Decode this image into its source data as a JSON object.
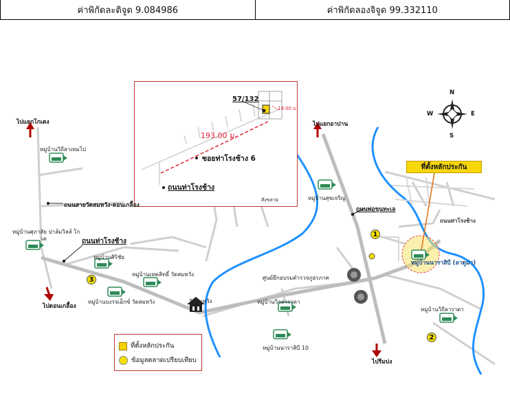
{
  "coordinates": {
    "latitude_label": "ค่าพิกัดละติจูด 9.084986",
    "longitude_label": "ค่าพิกัดลองจิจูด 99.332110"
  },
  "callout": {
    "label": "ที่ตั้งหลักประกัน"
  },
  "inset": {
    "plot_number": "57/132",
    "distance_main": "193.00 ม.",
    "distance_small": "19.00 ม.",
    "soi_label": "ซอยท่าโรงช้าง 6",
    "road_label": "ถนนท่าโรงช้าง",
    "direction_label": "สังขลาย"
  },
  "compass": {
    "n": "N",
    "s": "S",
    "e": "E",
    "w": "W"
  },
  "map_labels": {
    "to_kok_kong": "ไปแยกโกเตง",
    "to_kok_paan": "ไปแยกอาปาน",
    "to_don_kluea": "ไปดอนเกลื้อง",
    "to_phrae_mong": "ไปรีมบ่ง",
    "road_sai": "ถนนสายวัดสมหวัง-ดอนเกลื้อง",
    "road_tha_rong_chang": "ถนนท่าโรงช้าง",
    "road_phon_chana": "ถนนพ่อขุนทะเล",
    "road_tha_rong_chang_right": "ถนนท่าโรงช้าง",
    "temple": "วัดสมหวัง",
    "market_center": "ศูนย์ยึกอบรมตำรวจภูธรภาค",
    "v1": "หมู่บ้านวิถีลาเทมโป",
    "v2": "หมู่บ้านศุภาลัย ปาล์มวิลล์ โก",
    "v2b": "เด",
    "v3": "หมู่บ้านศิริชัย",
    "v4": "หมู่บ้านเทคสิทธิ์ วัดสมหวัง",
    "v5": "หมู่บ้านบงรจเอ็กซ์ วัดสมหวัง",
    "v6": "หมู่บ้านสุขเจริญ",
    "v7": "หมู่บ้านวิวลาราดา",
    "v8": "หมู่บ้านนาราสิบี 10",
    "v9": "หมู่บ้านวิถีลาราดา",
    "v10": "หมู่บ้านนาราสิบี (ลาดูม่า)"
  },
  "badges": {
    "b1": "1",
    "b2": "2",
    "b3": "3"
  },
  "legend": {
    "item_collateral": "ที่ตั้งหลักประกัน",
    "item_market": "ข้อมูลตลาดเปรียบเทียบ"
  },
  "colors": {
    "river": "#1e90ff",
    "road": "#c8c8c8",
    "callout": "#f7d60a",
    "frame": "#c0392b",
    "village": "#2e8b57"
  }
}
